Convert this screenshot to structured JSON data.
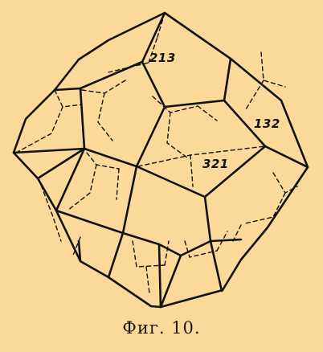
{
  "figure": {
    "colors": {
      "background": "#fbd998",
      "ink": "#111111"
    },
    "face_labels": {
      "f213": "213",
      "f132": "132",
      "f321": "321"
    },
    "caption": "Фиг. 10."
  }
}
